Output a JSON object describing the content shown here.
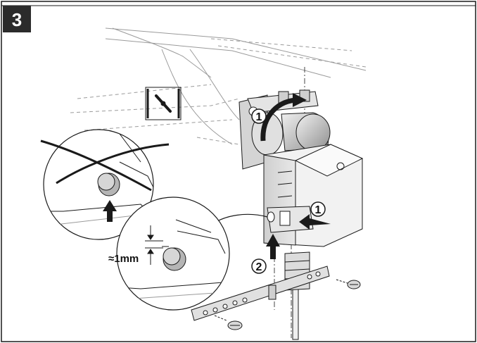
{
  "step": {
    "number": "3"
  },
  "callouts": {
    "rotate": "1",
    "push": "1",
    "lift": "2"
  },
  "clearance": {
    "label": "≈1mm"
  },
  "colors": {
    "ink": "#1a1a1a",
    "gray": "#9a9a9a",
    "light": "#d9d9d9",
    "mid": "#bdbdbd",
    "badge": "#2b2b2b"
  }
}
